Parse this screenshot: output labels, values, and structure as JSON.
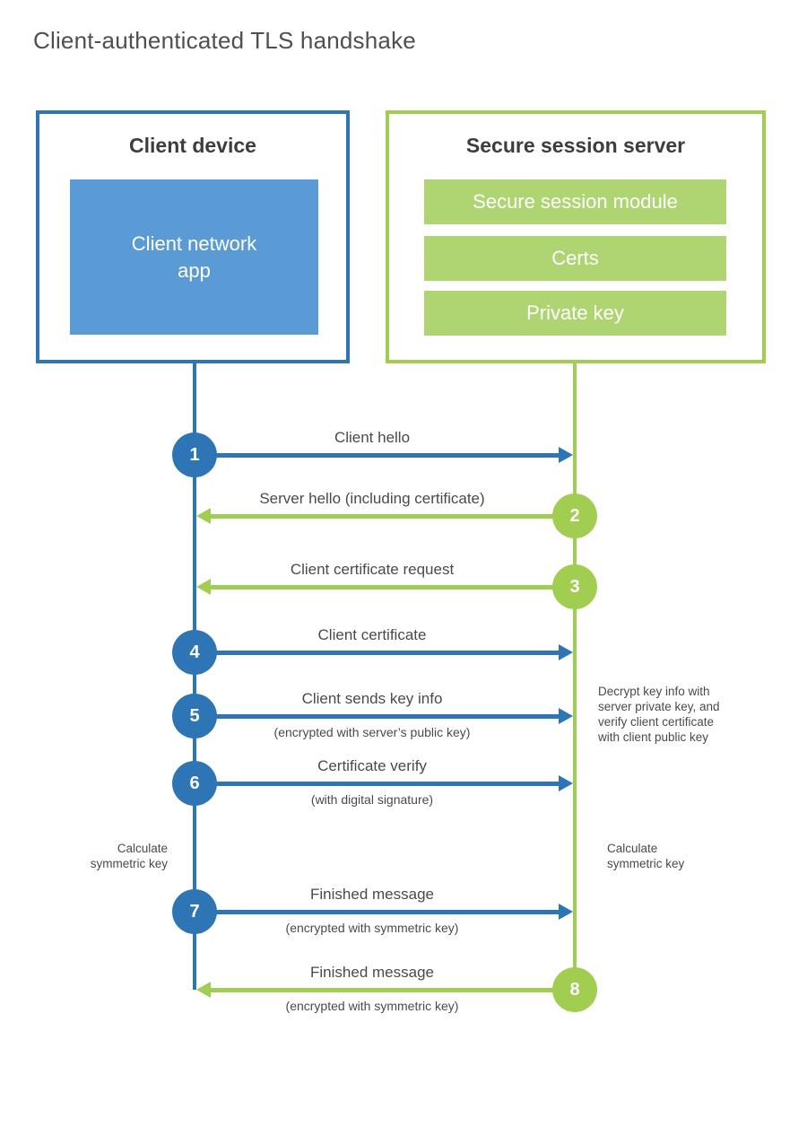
{
  "title": "Client-authenticated TLS handshake",
  "client": {
    "title": "Client device",
    "app": "Client network\napp"
  },
  "server": {
    "title": "Secure session server",
    "modules": [
      "Secure session module",
      "Certs",
      "Private key"
    ]
  },
  "steps": [
    {
      "num": "1",
      "label": "Client hello",
      "sub": "",
      "direction": "client-to-server"
    },
    {
      "num": "2",
      "label": "Server hello (including certificate)",
      "sub": "",
      "direction": "server-to-client"
    },
    {
      "num": "3",
      "label": "Client certificate request",
      "sub": "",
      "direction": "server-to-client"
    },
    {
      "num": "4",
      "label": "Client certificate",
      "sub": "",
      "direction": "client-to-server"
    },
    {
      "num": "5",
      "label": "Client sends key info",
      "sub": "(encrypted with server’s public key)",
      "direction": "client-to-server"
    },
    {
      "num": "6",
      "label": "Certificate verify",
      "sub": "(with digital signature)",
      "direction": "client-to-server"
    },
    {
      "num": "7",
      "label": "Finished message",
      "sub": "(encrypted with symmetric key)",
      "direction": "client-to-server"
    },
    {
      "num": "8",
      "label": "Finished message",
      "sub": "(encrypted with symmetric key)",
      "direction": "server-to-client"
    }
  ],
  "notes": {
    "decrypt": "Decrypt key info with\nserver private key, and\nverify client certificate\nwith client public key",
    "calculate_left": "Calculate\nsymmetric key",
    "calculate_right": "Calculate\nsymmetric key"
  },
  "colors": {
    "blue_accent": "#2E75B6",
    "blue_fill": "#5B9BD5",
    "green_accent": "#A1CE50",
    "green_fill": "#AFD573"
  }
}
